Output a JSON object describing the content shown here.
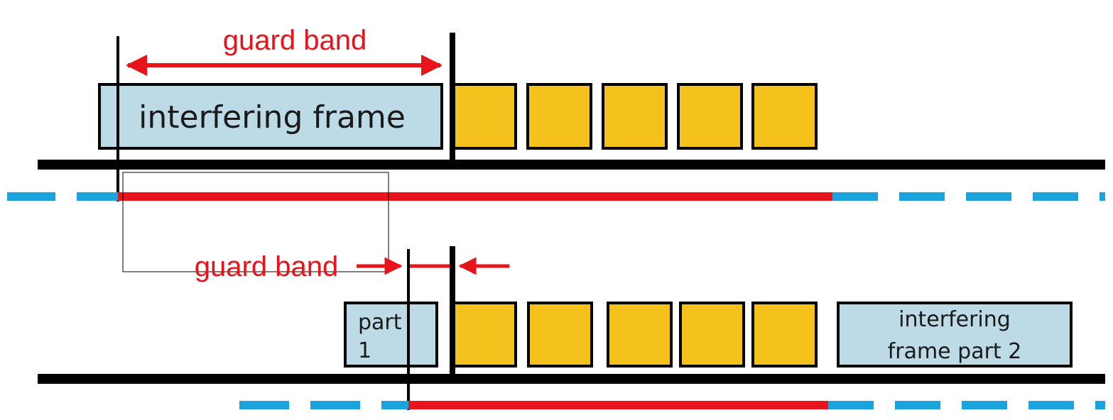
{
  "colors": {
    "frame_fill": "#bcdbe6",
    "slot_fill": "#f5c11c",
    "gate_red": "#e8141b",
    "dash_blue": "#1aa3dd",
    "line_black": "#000000"
  },
  "top": {
    "guard_band_label": "guard band",
    "frame_label": "interfering frame"
  },
  "bottom": {
    "guard_band_label": "guard band",
    "part1_line1": "part",
    "part1_line2": "1",
    "part2_line1": "interfering",
    "part2_line2": "frame part 2"
  }
}
